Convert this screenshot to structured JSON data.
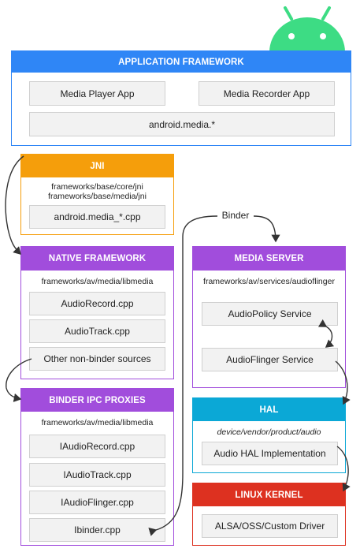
{
  "colors": {
    "app_framework": "#2f86f6",
    "jni": "#f59e0b",
    "native_framework": "#a14ddc",
    "media_server": "#a14ddc",
    "binder_ipc": "#a14ddc",
    "hal": "#0ba8d6",
    "linux_kernel": "#dd3120",
    "android_logo": "#3ddc84"
  },
  "app_framework": {
    "title": "APPLICATION FRAMEWORK",
    "media_player_app": "Media Player App",
    "media_recorder_app": "Media Recorder App",
    "android_media": "android.media.*"
  },
  "jni": {
    "title": "JNI",
    "path_line1": "frameworks/base/core/jni",
    "path_line2": "frameworks/base/media/jni",
    "cpp": "android.media_*.cpp"
  },
  "native_framework": {
    "title": "NATIVE FRAMEWORK",
    "path": "frameworks/av/media/libmedia",
    "items": [
      "AudioRecord.cpp",
      "AudioTrack.cpp",
      "Other non-binder sources"
    ]
  },
  "binder_label": "Binder",
  "media_server": {
    "title": "MEDIA SERVER",
    "path": "frameworks/av/services/audioflinger",
    "items": [
      "AudioPolicy Service",
      "AudioFlinger Service"
    ]
  },
  "binder_ipc": {
    "title": "BINDER IPC PROXIES",
    "path": "frameworks/av/media/libmedia",
    "items": [
      "IAudioRecord.cpp",
      "IAudioTrack.cpp",
      "IAudioFlinger.cpp",
      "Ibinder.cpp"
    ]
  },
  "hal": {
    "title": "HAL",
    "path": "device/vendor/product/audio",
    "item": "Audio HAL Implementation"
  },
  "linux_kernel": {
    "title": "LINUX KERNEL",
    "item": "ALSA/OSS/Custom Driver"
  }
}
